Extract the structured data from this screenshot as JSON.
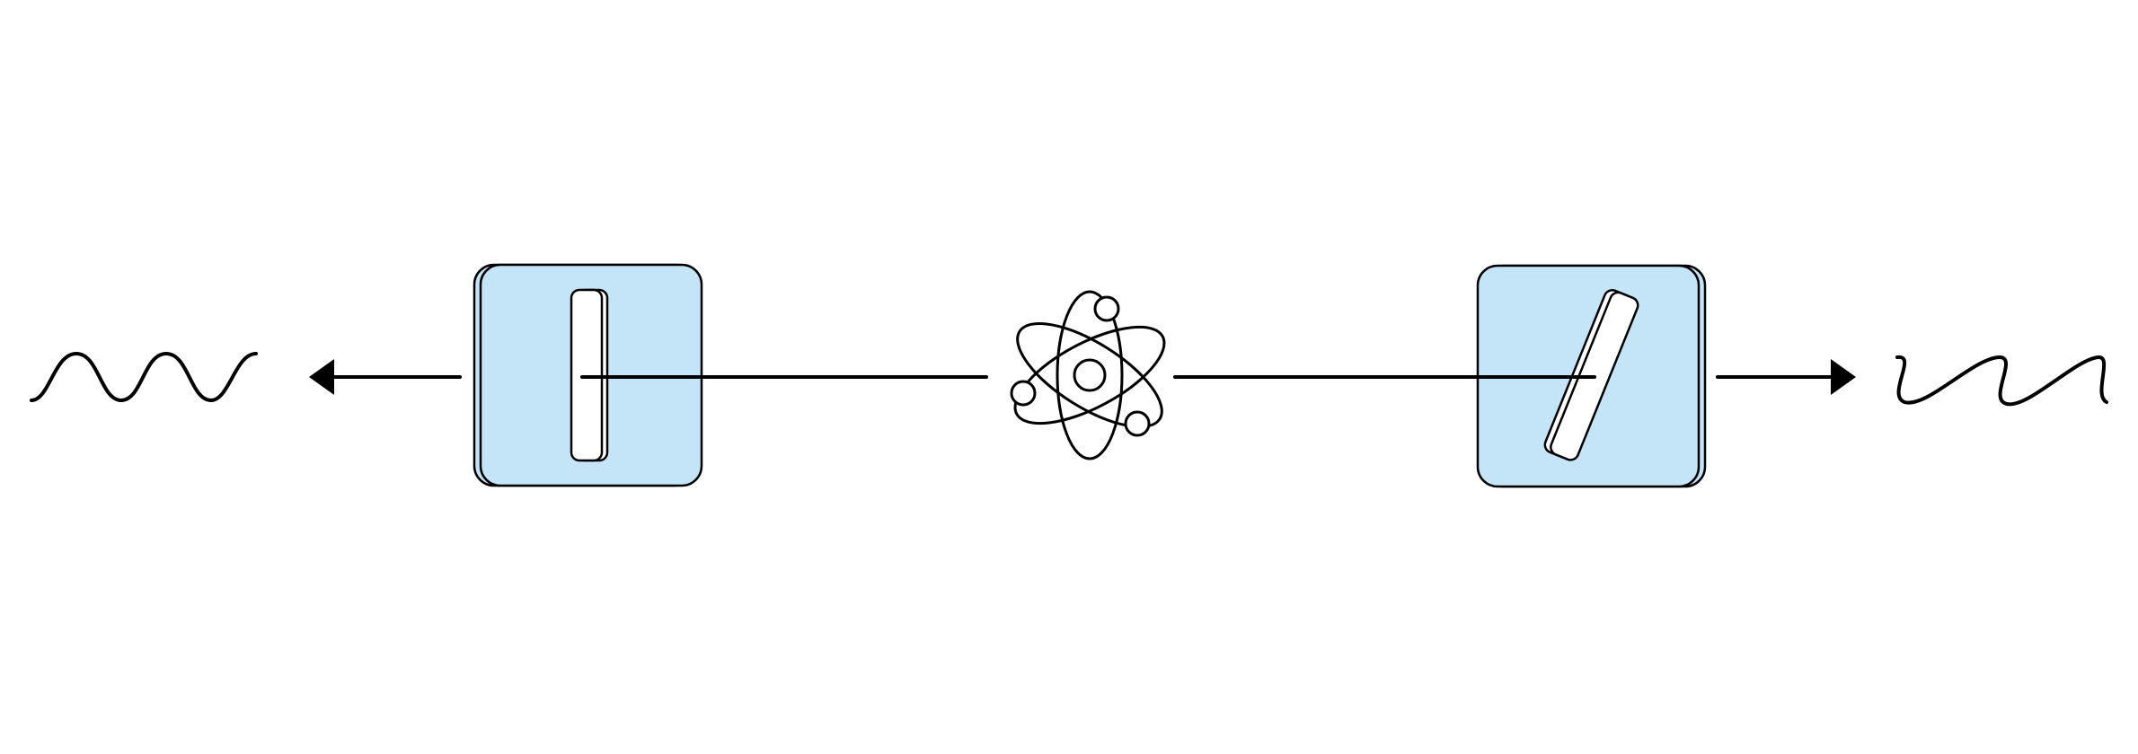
{
  "diagram": {
    "colors": {
      "background": "#ffffff",
      "stroke": "#000000",
      "box_fill": "#c4e4f8"
    },
    "components": [
      {
        "name": "emitted-wave-left",
        "icon": "sine-wave-icon"
      },
      {
        "name": "arrow-left",
        "icon": "arrow-left-icon"
      },
      {
        "name": "polarizer-left",
        "icon": "polarizer-icon",
        "slit_orientation": "vertical"
      },
      {
        "name": "atom-source",
        "icon": "atom-icon"
      },
      {
        "name": "polarizer-right",
        "icon": "polarizer-icon",
        "slit_orientation": "tilted"
      },
      {
        "name": "arrow-right",
        "icon": "arrow-right-icon"
      },
      {
        "name": "emitted-wave-right",
        "icon": "distorted-wave-icon"
      }
    ]
  }
}
